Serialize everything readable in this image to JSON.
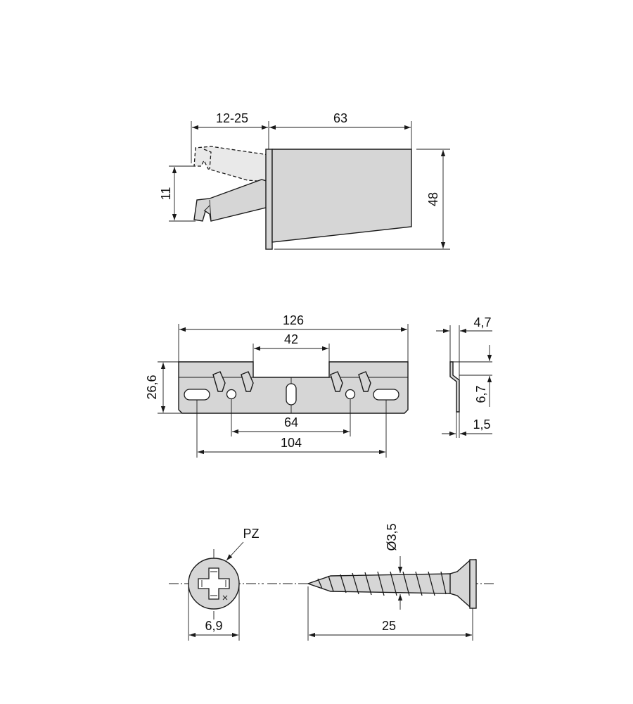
{
  "side_view": {
    "dims": {
      "travel": "12-25",
      "length": "63",
      "height": "48",
      "arm_drop": "11"
    }
  },
  "plate_view": {
    "dims": {
      "width": "126",
      "slot": "42",
      "height": "26,6",
      "inner_holes": "64",
      "outer_slots": "104"
    }
  },
  "profile_view": {
    "dims": {
      "flange": "4,7",
      "depth": "6,7",
      "thickness": "1,5"
    }
  },
  "screw_view": {
    "drive_label": "PZ",
    "dims": {
      "head_diameter": "6,9",
      "shank_diameter": "Ø3,5",
      "length": "25"
    }
  },
  "colors": {
    "part_fill": "#d6d6d6",
    "line": "#1a1a1a"
  }
}
